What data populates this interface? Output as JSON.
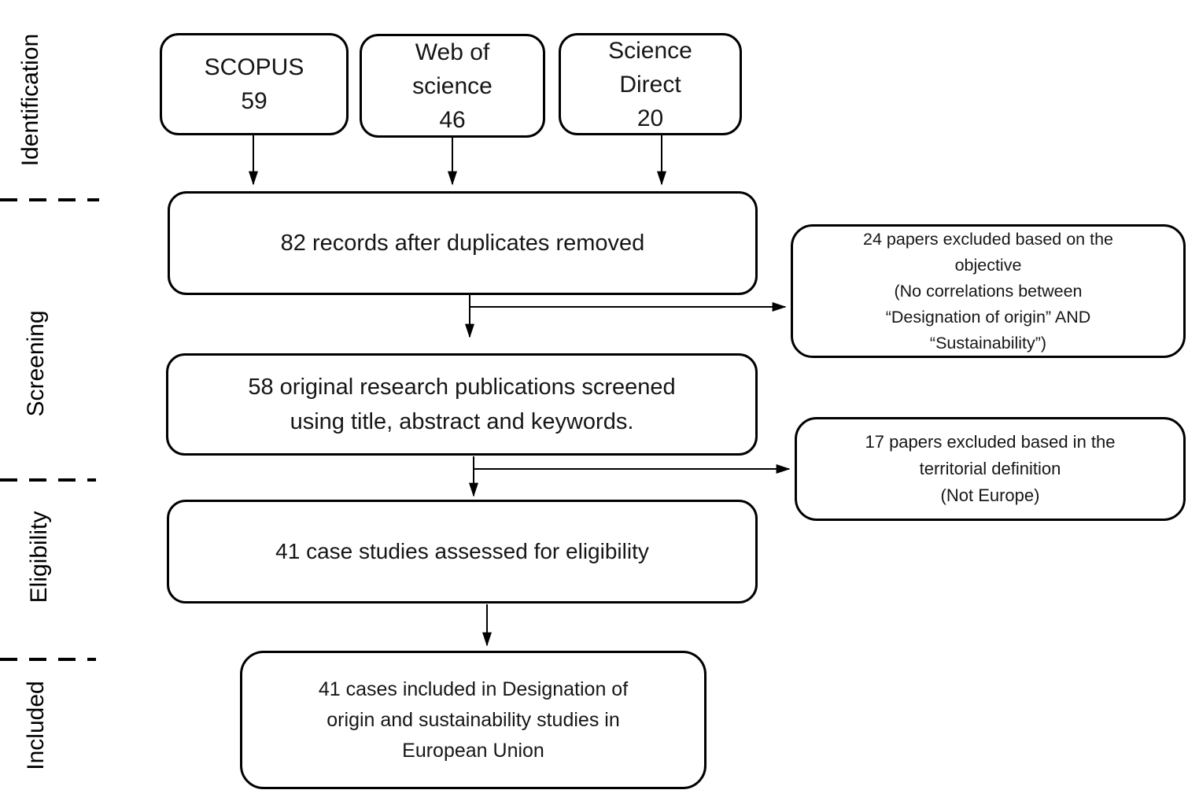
{
  "stages": [
    {
      "label": "Identification"
    },
    {
      "label": "Screening"
    },
    {
      "label": "Eligibility"
    },
    {
      "label": "Included"
    }
  ],
  "sources": [
    {
      "lines": [
        "SCOPUS",
        "59"
      ]
    },
    {
      "lines": [
        "Web of",
        "science",
        "46"
      ]
    },
    {
      "lines": [
        "Science",
        "Direct",
        "20"
      ]
    }
  ],
  "flow": {
    "records": {
      "lines": [
        "82 records after duplicates removed"
      ]
    },
    "screened": {
      "lines": [
        "58 original research publications screened",
        "using title, abstract and keywords."
      ]
    },
    "eligibility": {
      "lines": [
        "41 case studies assessed for eligibility"
      ]
    },
    "included": {
      "lines": [
        "41 cases included in Designation of",
        "origin and sustainability studies in",
        "European Union"
      ]
    }
  },
  "exclusions": {
    "objective": {
      "lines": [
        "24 papers excluded based on the",
        "objective",
        "(No correlations between",
        "“Designation of origin” AND",
        "“Sustainability”)"
      ]
    },
    "territorial": {
      "lines": [
        "17 papers excluded based in the",
        "territorial definition",
        "(Not Europe)"
      ]
    }
  },
  "colors": {
    "line": "#000000",
    "background": "#ffffff",
    "text": "#161616"
  }
}
